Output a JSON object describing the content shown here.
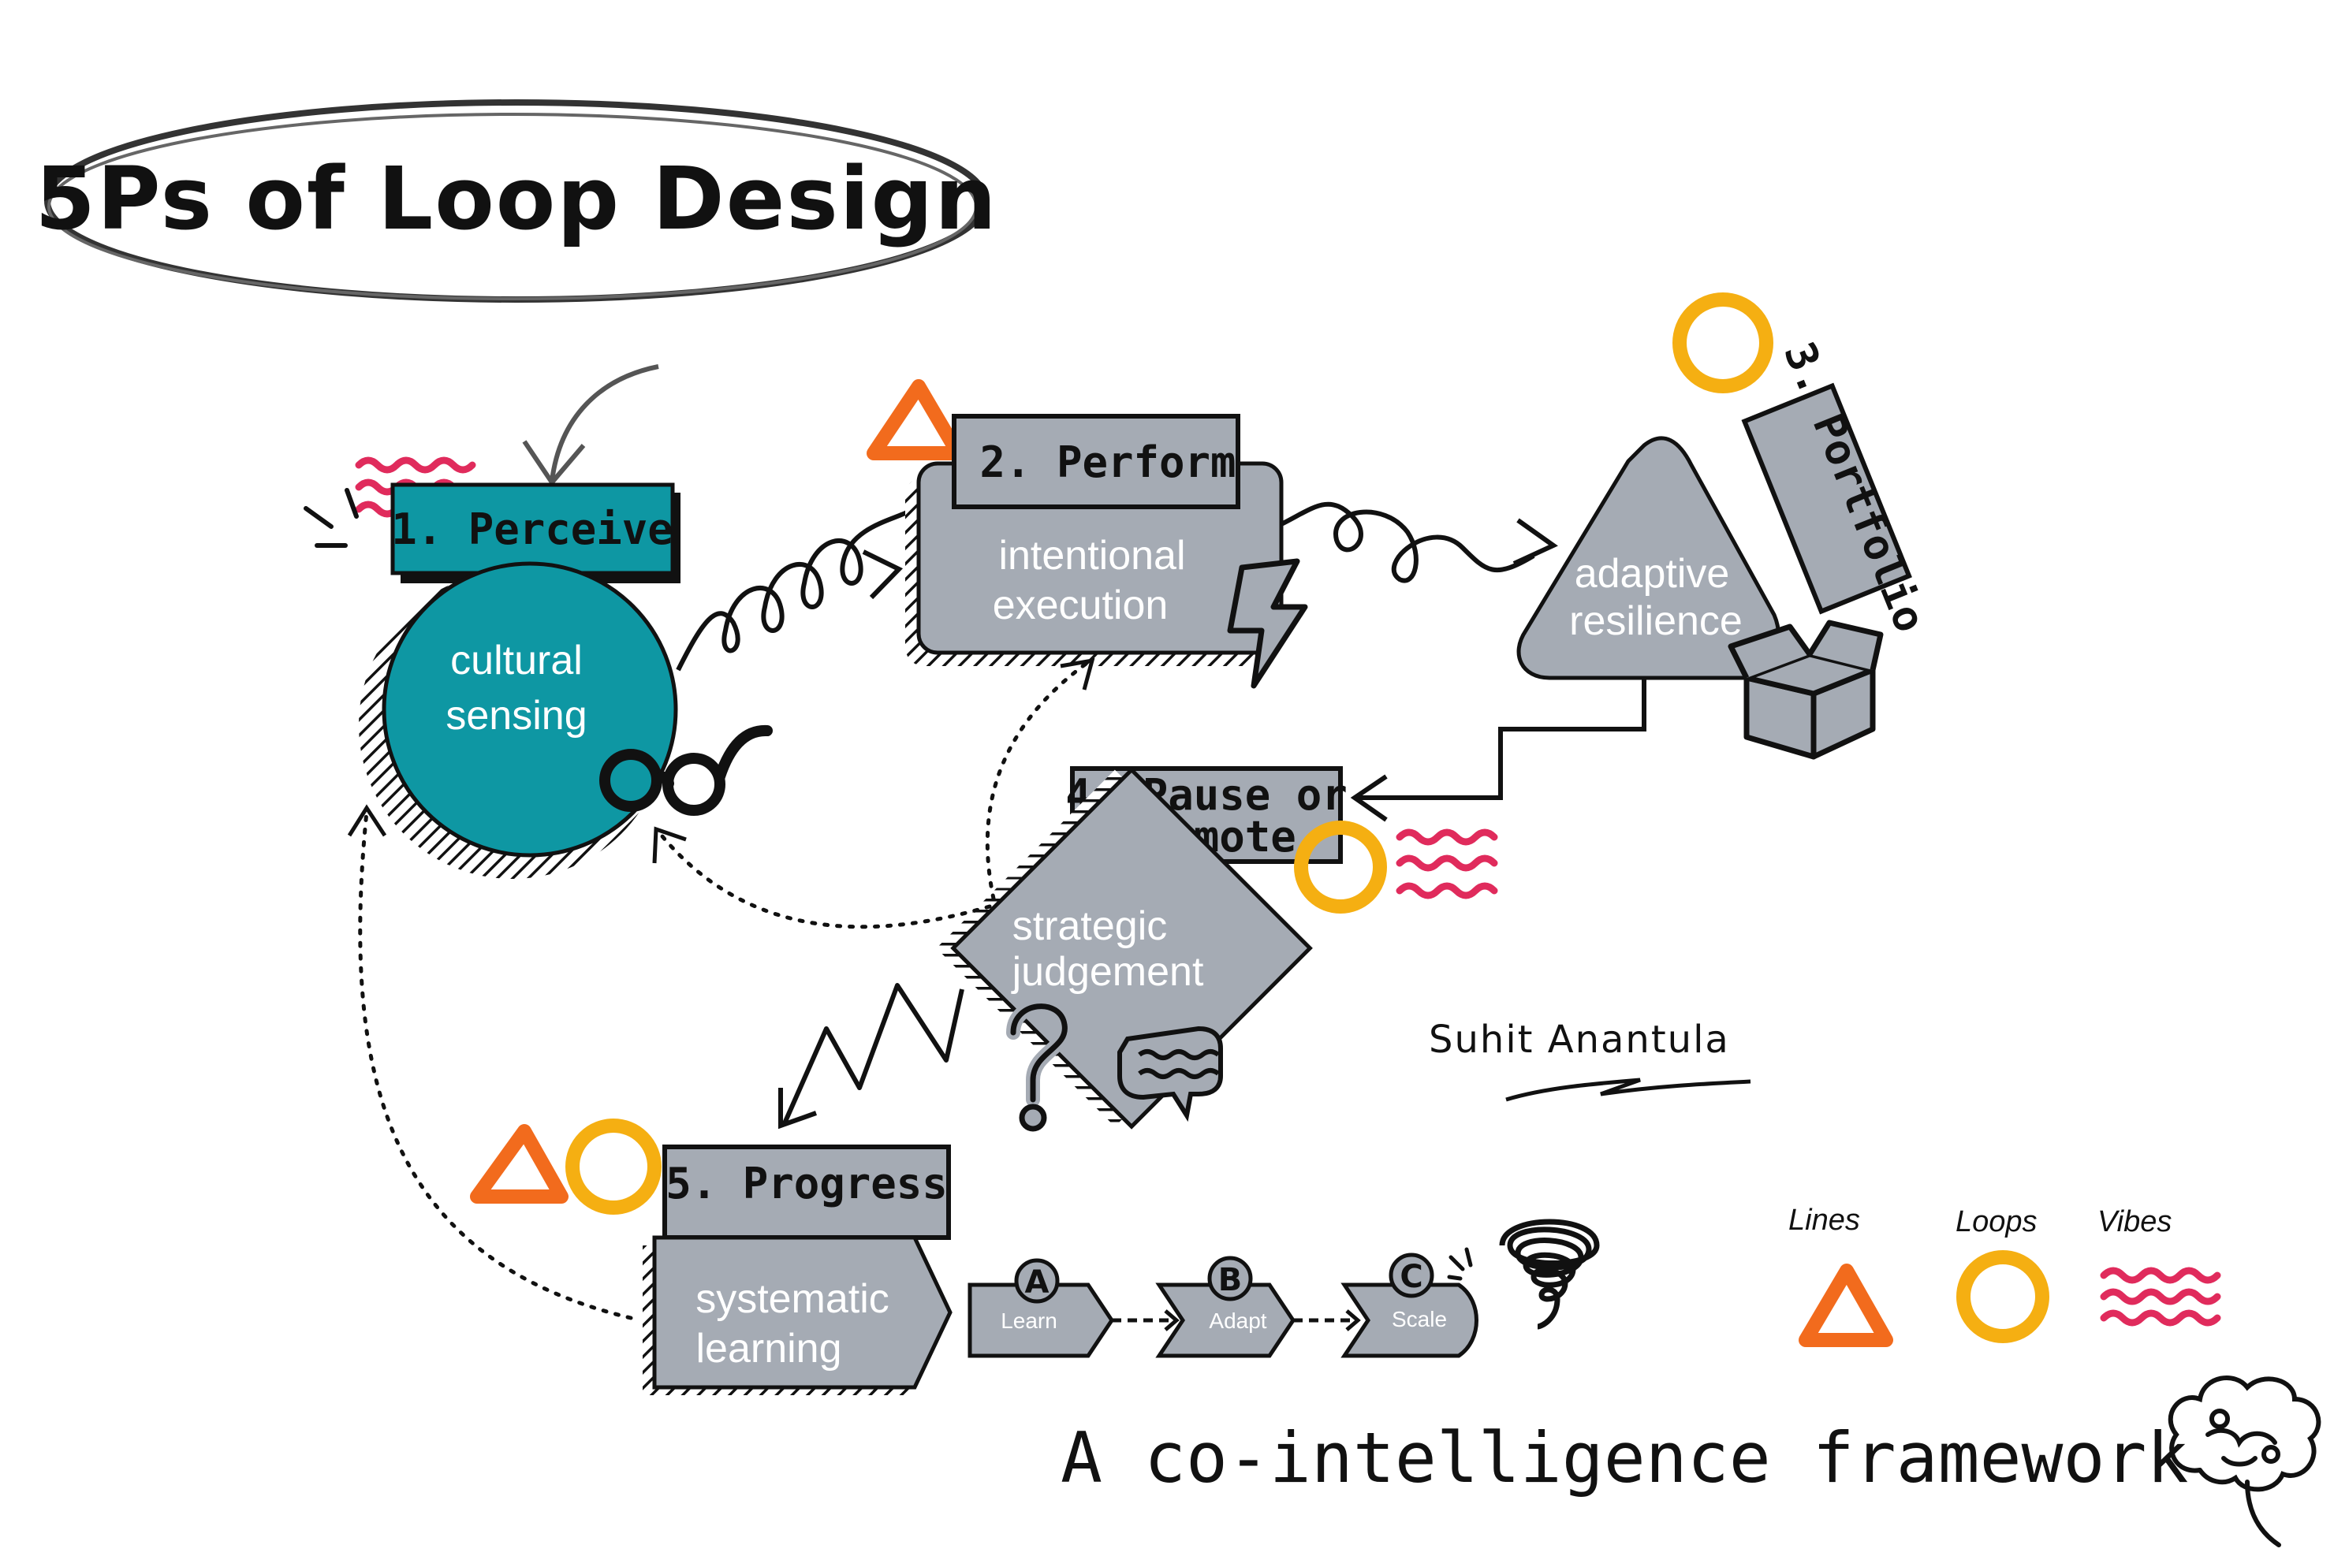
{
  "title": "5Ps of Loop Design",
  "colors": {
    "teal": "#0E97A3",
    "gray": "#A5ABB4",
    "orange": "#F26B1D",
    "yellow": "#F5AF12",
    "pink": "#E02B5C",
    "ink": "#111111"
  },
  "steps": {
    "perceive": {
      "label": "1. Perceive",
      "body_line1": "cultural",
      "body_line2": "sensing"
    },
    "perform": {
      "label": "2. Perform",
      "body_line1": "intentional",
      "body_line2": "execution"
    },
    "portfolio": {
      "label": "3. Portfolio",
      "body_line1": "adaptive",
      "body_line2": "resilience"
    },
    "pause": {
      "label_line1": "4. Pause or",
      "label_line2": "Promote",
      "body_line1": "strategic",
      "body_line2": "judgement"
    },
    "progress": {
      "label": "5. Progress",
      "body_line1": "systematic",
      "body_line2": "learning"
    }
  },
  "progress_steps": [
    {
      "letter": "A",
      "label": "Learn"
    },
    {
      "letter": "B",
      "label": "Adapt"
    },
    {
      "letter": "C",
      "label": "Scale"
    }
  ],
  "legend": {
    "lines": "Lines",
    "loops": "Loops",
    "vibes": "Vibes"
  },
  "signature": "Suhit Anantula",
  "tagline": "A co-intelligence framework",
  "icons": [
    "glasses-icon",
    "lightning-icon",
    "box-icon",
    "question-icon",
    "speech-bubble-icon",
    "spring-icon",
    "brain-icon"
  ]
}
